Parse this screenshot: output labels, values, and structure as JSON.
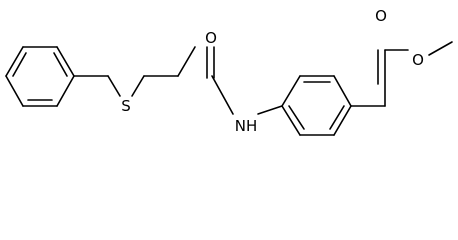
{
  "molecule": {
    "atom_labels": {
      "sulfur": "S",
      "amide_oxygen": "O",
      "amide_nitrogen": "NH",
      "ester_carbonyl_oxygen": "O",
      "ester_ether_oxygen": "O"
    }
  }
}
